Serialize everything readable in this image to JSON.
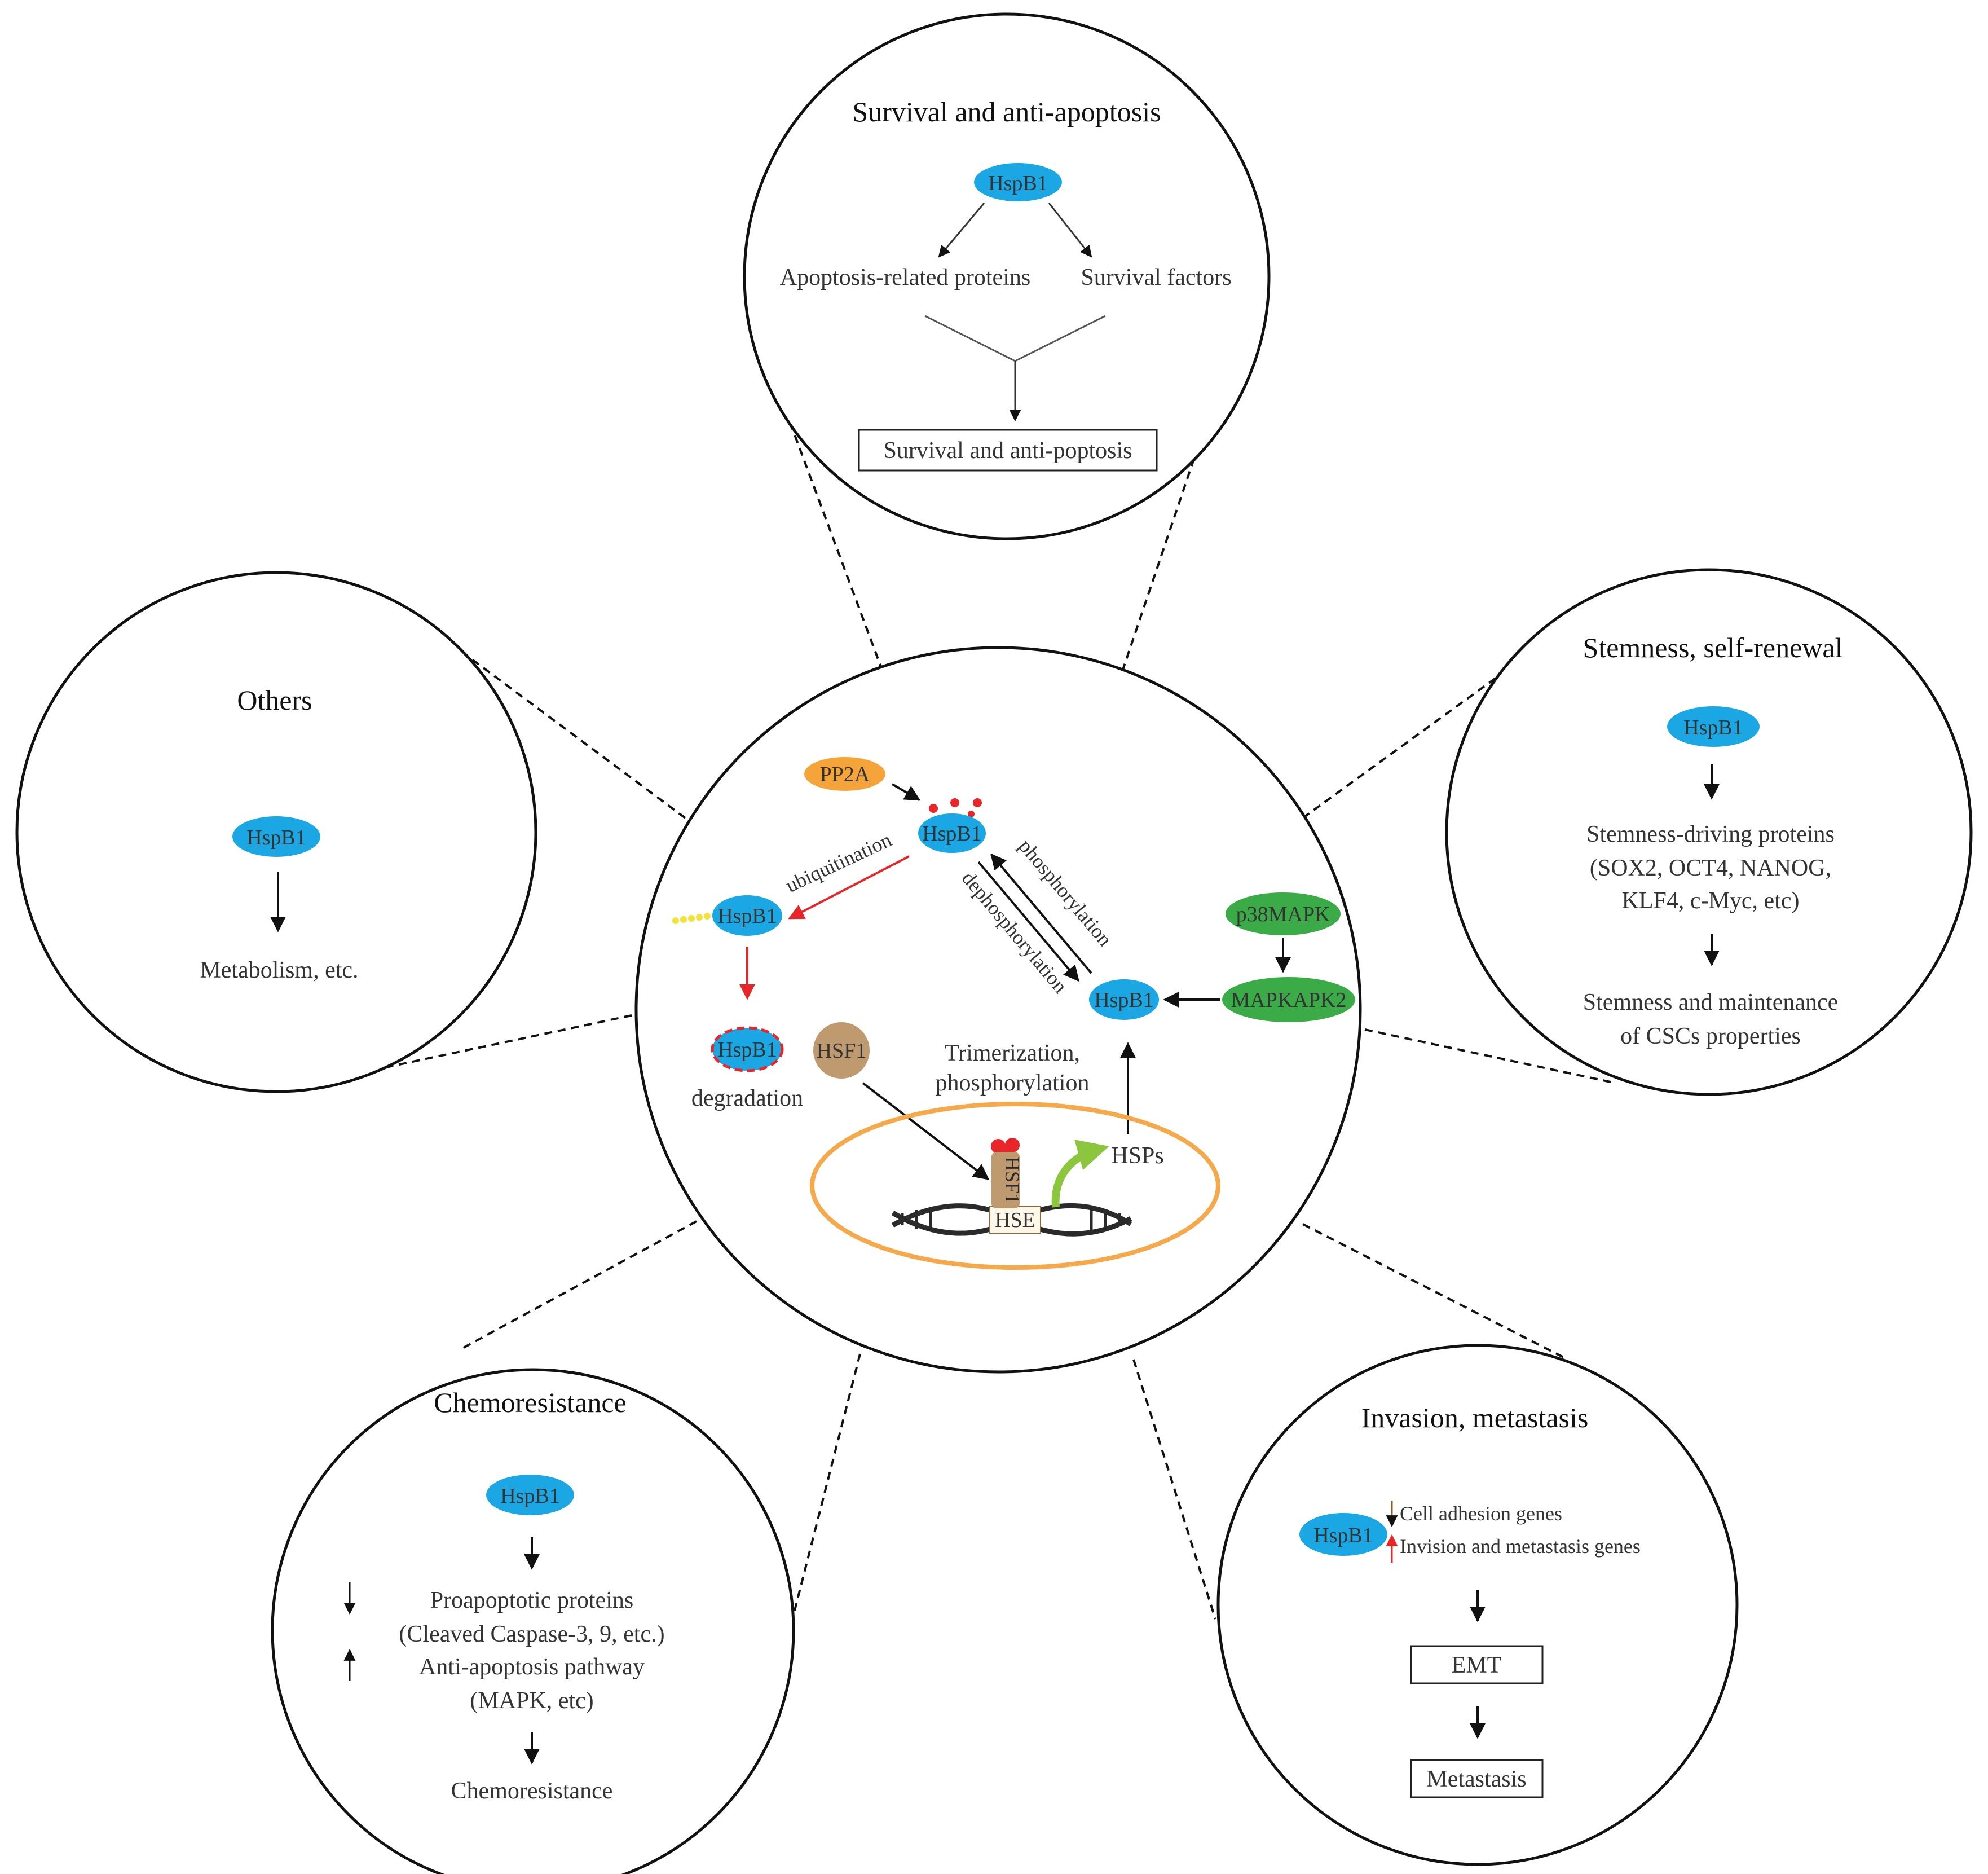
{
  "colors": {
    "hsp_blue": "#1aa7e4",
    "pp2a_orange": "#f5a43a",
    "mapk_green": "#3aab47",
    "hsf_brown": "#bf9a6e",
    "nucleus_orange": "#f6a94a",
    "ubiquitin_yellow": "#f2e23a",
    "red": "#e8262a",
    "curved_green": "#8cc63f"
  },
  "top": {
    "title": "Survival and anti-apoptosis",
    "hsp": "HspB1",
    "left_label": "Apoptosis-related proteins",
    "right_label": "Survival factors",
    "box": "Survival and anti-poptosis"
  },
  "left": {
    "title": "Others",
    "hsp": "HspB1",
    "label": "Metabolism, etc."
  },
  "right": {
    "title": "Stemness, self-renewal",
    "hsp": "HspB1",
    "line1": "Stemness-driving proteins",
    "line2": "(SOX2, OCT4, NANOG,",
    "line3": "KLF4, c-Myc, etc)",
    "line4": "Stemness and maintenance",
    "line5": "of CSCs properties"
  },
  "bottom_left": {
    "title": "Chemoresistance",
    "hsp": "HspB1",
    "line1": "Proapoptotic proteins",
    "line2": "(Cleaved Caspase-3, 9, etc.)",
    "line3": "Anti-apoptosis pathway",
    "line4": "(MAPK, etc)",
    "line5": "Chemoresistance"
  },
  "bottom_right": {
    "title": "Invasion, metastasis",
    "hsp": "HspB1",
    "gene1": "Cell adhesion genes",
    "gene2": "Invision and metastasis genes",
    "box1": "EMT",
    "box2": "Metastasis"
  },
  "center": {
    "pp2a": "PP2A",
    "hsp_top": "HspB1",
    "hsp_ub": "HspB1",
    "hsp_deg": "HspB1",
    "hsp_right": "HspB1",
    "ubiquitination": "ubiquitination",
    "phosphorylation": "phosphorylation",
    "dephosphorylation": "dephosphorylation",
    "p38": "p38MAPK",
    "mapkapk2": "MAPKAPK2",
    "hsf1": "HSF1",
    "degradation": "degradation",
    "trimer1": "Trimerization,",
    "trimer2": "phosphorylation",
    "hsps": "HSPs",
    "hsf1_tri": "HSF1",
    "hse": "HSE"
  }
}
